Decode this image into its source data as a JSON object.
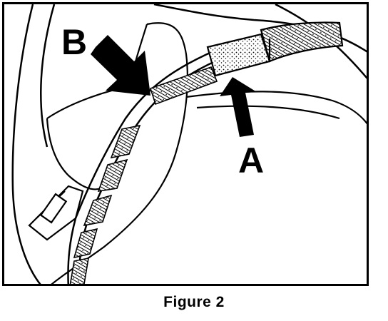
{
  "callouts": {
    "a_label": "A",
    "b_label": "B"
  },
  "figure": {
    "caption": "Figure 2"
  }
}
